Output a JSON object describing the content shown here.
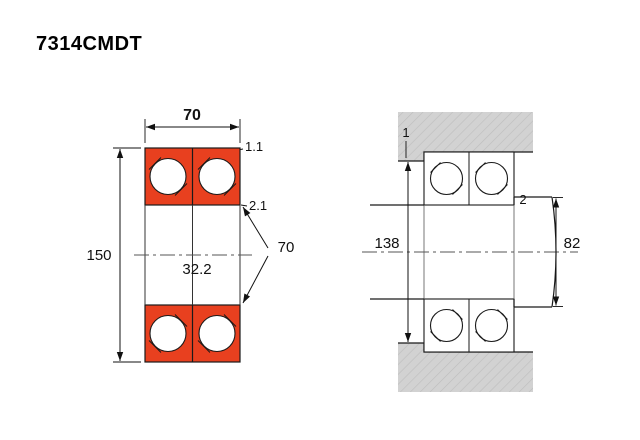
{
  "title": "7314CMDT",
  "colors": {
    "ring": "#e8401f",
    "housing": "#d2d2d2",
    "hatch": "#bdbdbd"
  },
  "left_view": {
    "outer_width": "70",
    "outer_diameter": "150",
    "bore_diameter": "70",
    "offset_a": "32.2",
    "chamfer_outer": "1.1",
    "chamfer_inner": "2.1"
  },
  "right_view": {
    "callout_1": "1",
    "callout_2": "2",
    "housing_shoulder_diameter": "138",
    "shaft_shoulder_diameter": "82"
  }
}
